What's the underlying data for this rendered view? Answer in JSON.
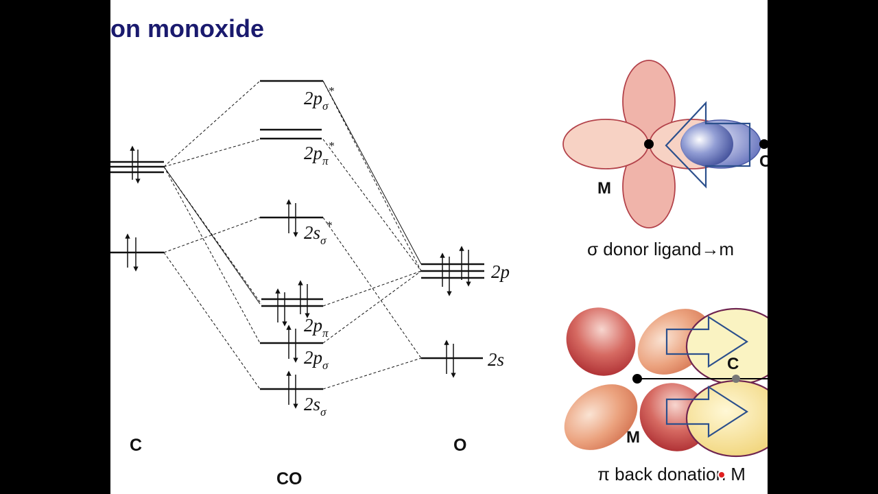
{
  "slide": {
    "title": "on monoxide"
  },
  "mo_diagram": {
    "atom_left": "C",
    "atom_right": "O",
    "molecule": "CO",
    "levels": {
      "sigma2p_star": {
        "base": "2p",
        "sub": "σ",
        "sup": "*"
      },
      "pi2p_star": {
        "base": "2p",
        "sub": "π",
        "sup": "*"
      },
      "sigma2s_star": {
        "base": "2s",
        "sub": "σ",
        "sup": "*"
      },
      "pi2p": {
        "base": "2p",
        "sub": "π",
        "sup": ""
      },
      "sigma2p": {
        "base": "2p",
        "sub": "σ",
        "sup": ""
      },
      "sigma2s": {
        "base": "2s",
        "sub": "σ",
        "sup": ""
      },
      "o2p": {
        "base": "2p"
      },
      "o2s": {
        "base": "2s"
      }
    }
  },
  "sigma_panel": {
    "metal_label": "M",
    "ligand_label": "C",
    "caption": "σ donor ligand→m"
  },
  "pi_panel": {
    "metal_label": "M",
    "ligand_label": "C",
    "caption": "π back donation M"
  },
  "colors": {
    "title": "#1a1a6e",
    "lobe_fill": "#f3c9bd",
    "lobe_stroke": "#b3424a",
    "ligand_lobe": "#4b5aa6",
    "arrow_stroke": "#2b4f8c",
    "pi_ligand_fill": "#f7efb0",
    "pi_ligand_stroke": "#6e2450"
  }
}
